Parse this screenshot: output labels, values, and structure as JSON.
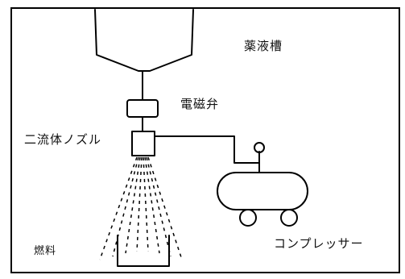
{
  "labels": {
    "tank": "薬液槽",
    "solenoid_valve": "電磁弁",
    "nozzle": "二流体ノズル",
    "fuel": "燃料",
    "compressor": "コンプレッサー"
  },
  "colors": {
    "line": "#000000",
    "background": "#ffffff"
  }
}
